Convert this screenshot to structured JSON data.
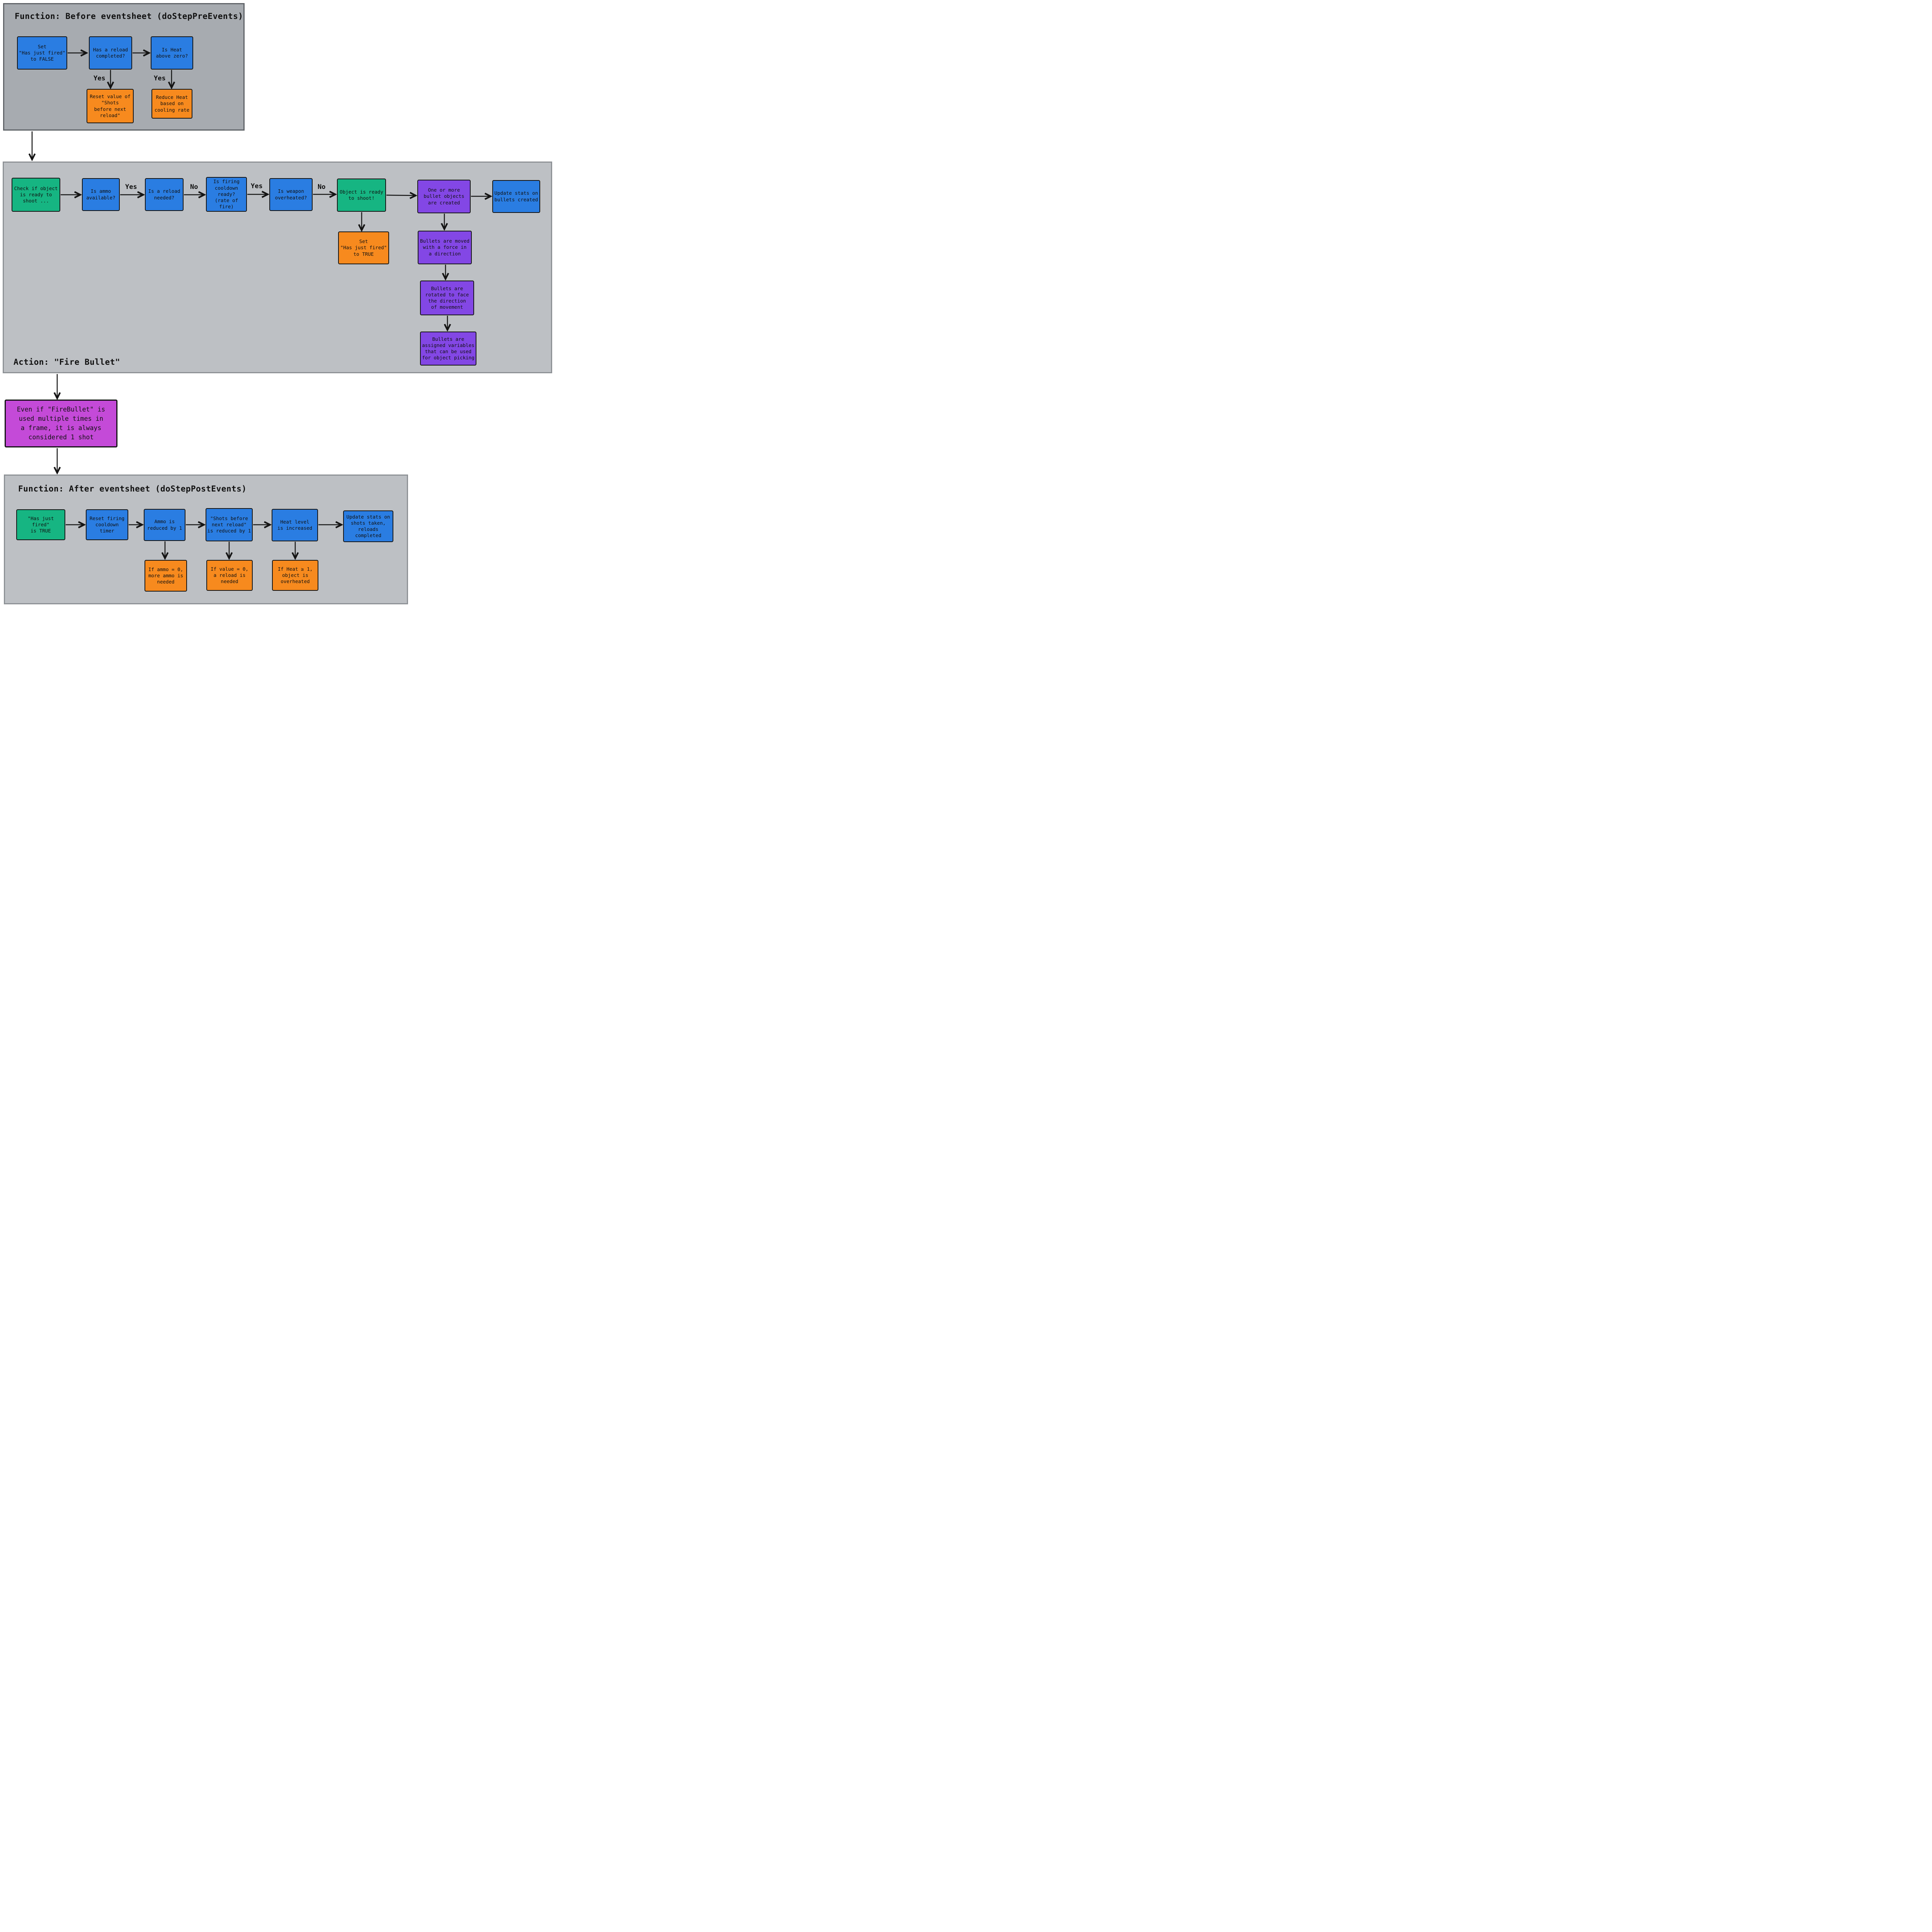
{
  "pre": {
    "title": "Function: Before eventsheet (doStepPreEvents)",
    "set_false": "Set\n\"Has just fired\"\nto FALSE",
    "reload_completed": "Has a reload\ncompleted?",
    "heat_above_zero": "Is Heat\nabove zero?",
    "yes1": "Yes",
    "yes2": "Yes",
    "reset_shots": "Reset value of\n\"Shots\nbefore next\nreload\"",
    "reduce_heat": "Reduce Heat\nbased on\ncooling rate"
  },
  "action": {
    "title": "Action: \"Fire Bullet\"",
    "check": "Check if object\nis ready to\nshoot ...",
    "ammo_available": "Is ammo\navailable?",
    "yes1": "Yes",
    "reload_needed": "Is a reload\nneeded?",
    "no1": "No",
    "cooldown_ready": "Is firing\ncooldown\nready?\n(rate of fire)",
    "yes2": "Yes",
    "overheated": "Is weapon\noverheated?",
    "no2": "No",
    "ready": "Object is ready\nto shoot!",
    "bullets_created": "One or more\nbullet objects\nare created",
    "update_stats": "Update stats on\nbullets created",
    "set_true": "Set\n\"Has just fired\"\nto TRUE",
    "bullets_moved": "Bullets are moved\nwith a force in\na direction",
    "bullets_rotated": "Bullets are\nrotated to face\nthe direction\nof movement",
    "bullets_assigned": "Bullets are\nassigned variables\nthat can be used\nfor object picking"
  },
  "note": {
    "text": "Even if \"FireBullet\" is\nused multiple times in\na frame, it is always\nconsidered 1 shot"
  },
  "post": {
    "title": "Function: After eventsheet (doStepPostEvents)",
    "fired_true": "\"Has just fired\"\nis TRUE",
    "reset_cooldown": "Reset firing\ncooldown timer",
    "ammo_reduced": "Ammo is\nreduced by 1",
    "shots_reduced": "\"Shots before\nnext reload\"\nis reduced by 1",
    "heat_increased": "Heat level\nis increased",
    "update_stats": "Update stats on\nshots taken,\nreloads\ncompleted",
    "if_ammo": "If ammo = 0,\nmore ammo is\nneeded",
    "if_value": "If value = 0,\na reload is\nneeded",
    "if_heat": "If Heat ≥ 1,\nobject is\noverheated"
  },
  "colors": {
    "node_blue": "#2a7de2",
    "node_green": "#16b582",
    "node_orange": "#f78a1e",
    "node_purple": "#8347e5",
    "note_magenta": "#c44ad8",
    "section_dark_gray": "#a7abb0",
    "section_light_gray": "#bdc0c4"
  }
}
